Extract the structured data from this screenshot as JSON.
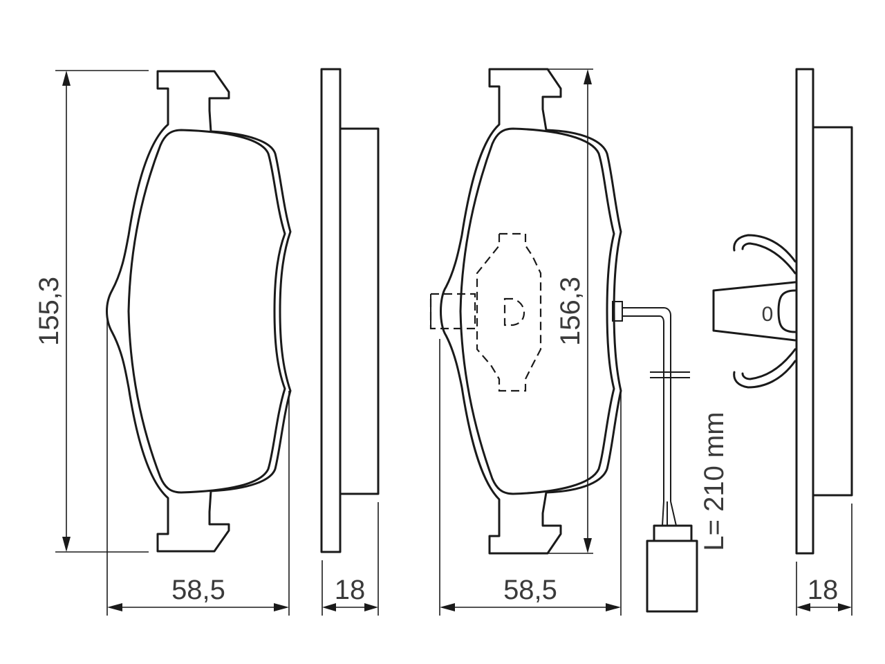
{
  "drawing": {
    "pad_left": {
      "height": "155,3",
      "width": "58,5",
      "thickness": "18"
    },
    "pad_right": {
      "height": "156,3",
      "width": "58,5",
      "thickness": "18",
      "sensor_cable": "L= 210 mm",
      "clip_mark": "0"
    }
  }
}
